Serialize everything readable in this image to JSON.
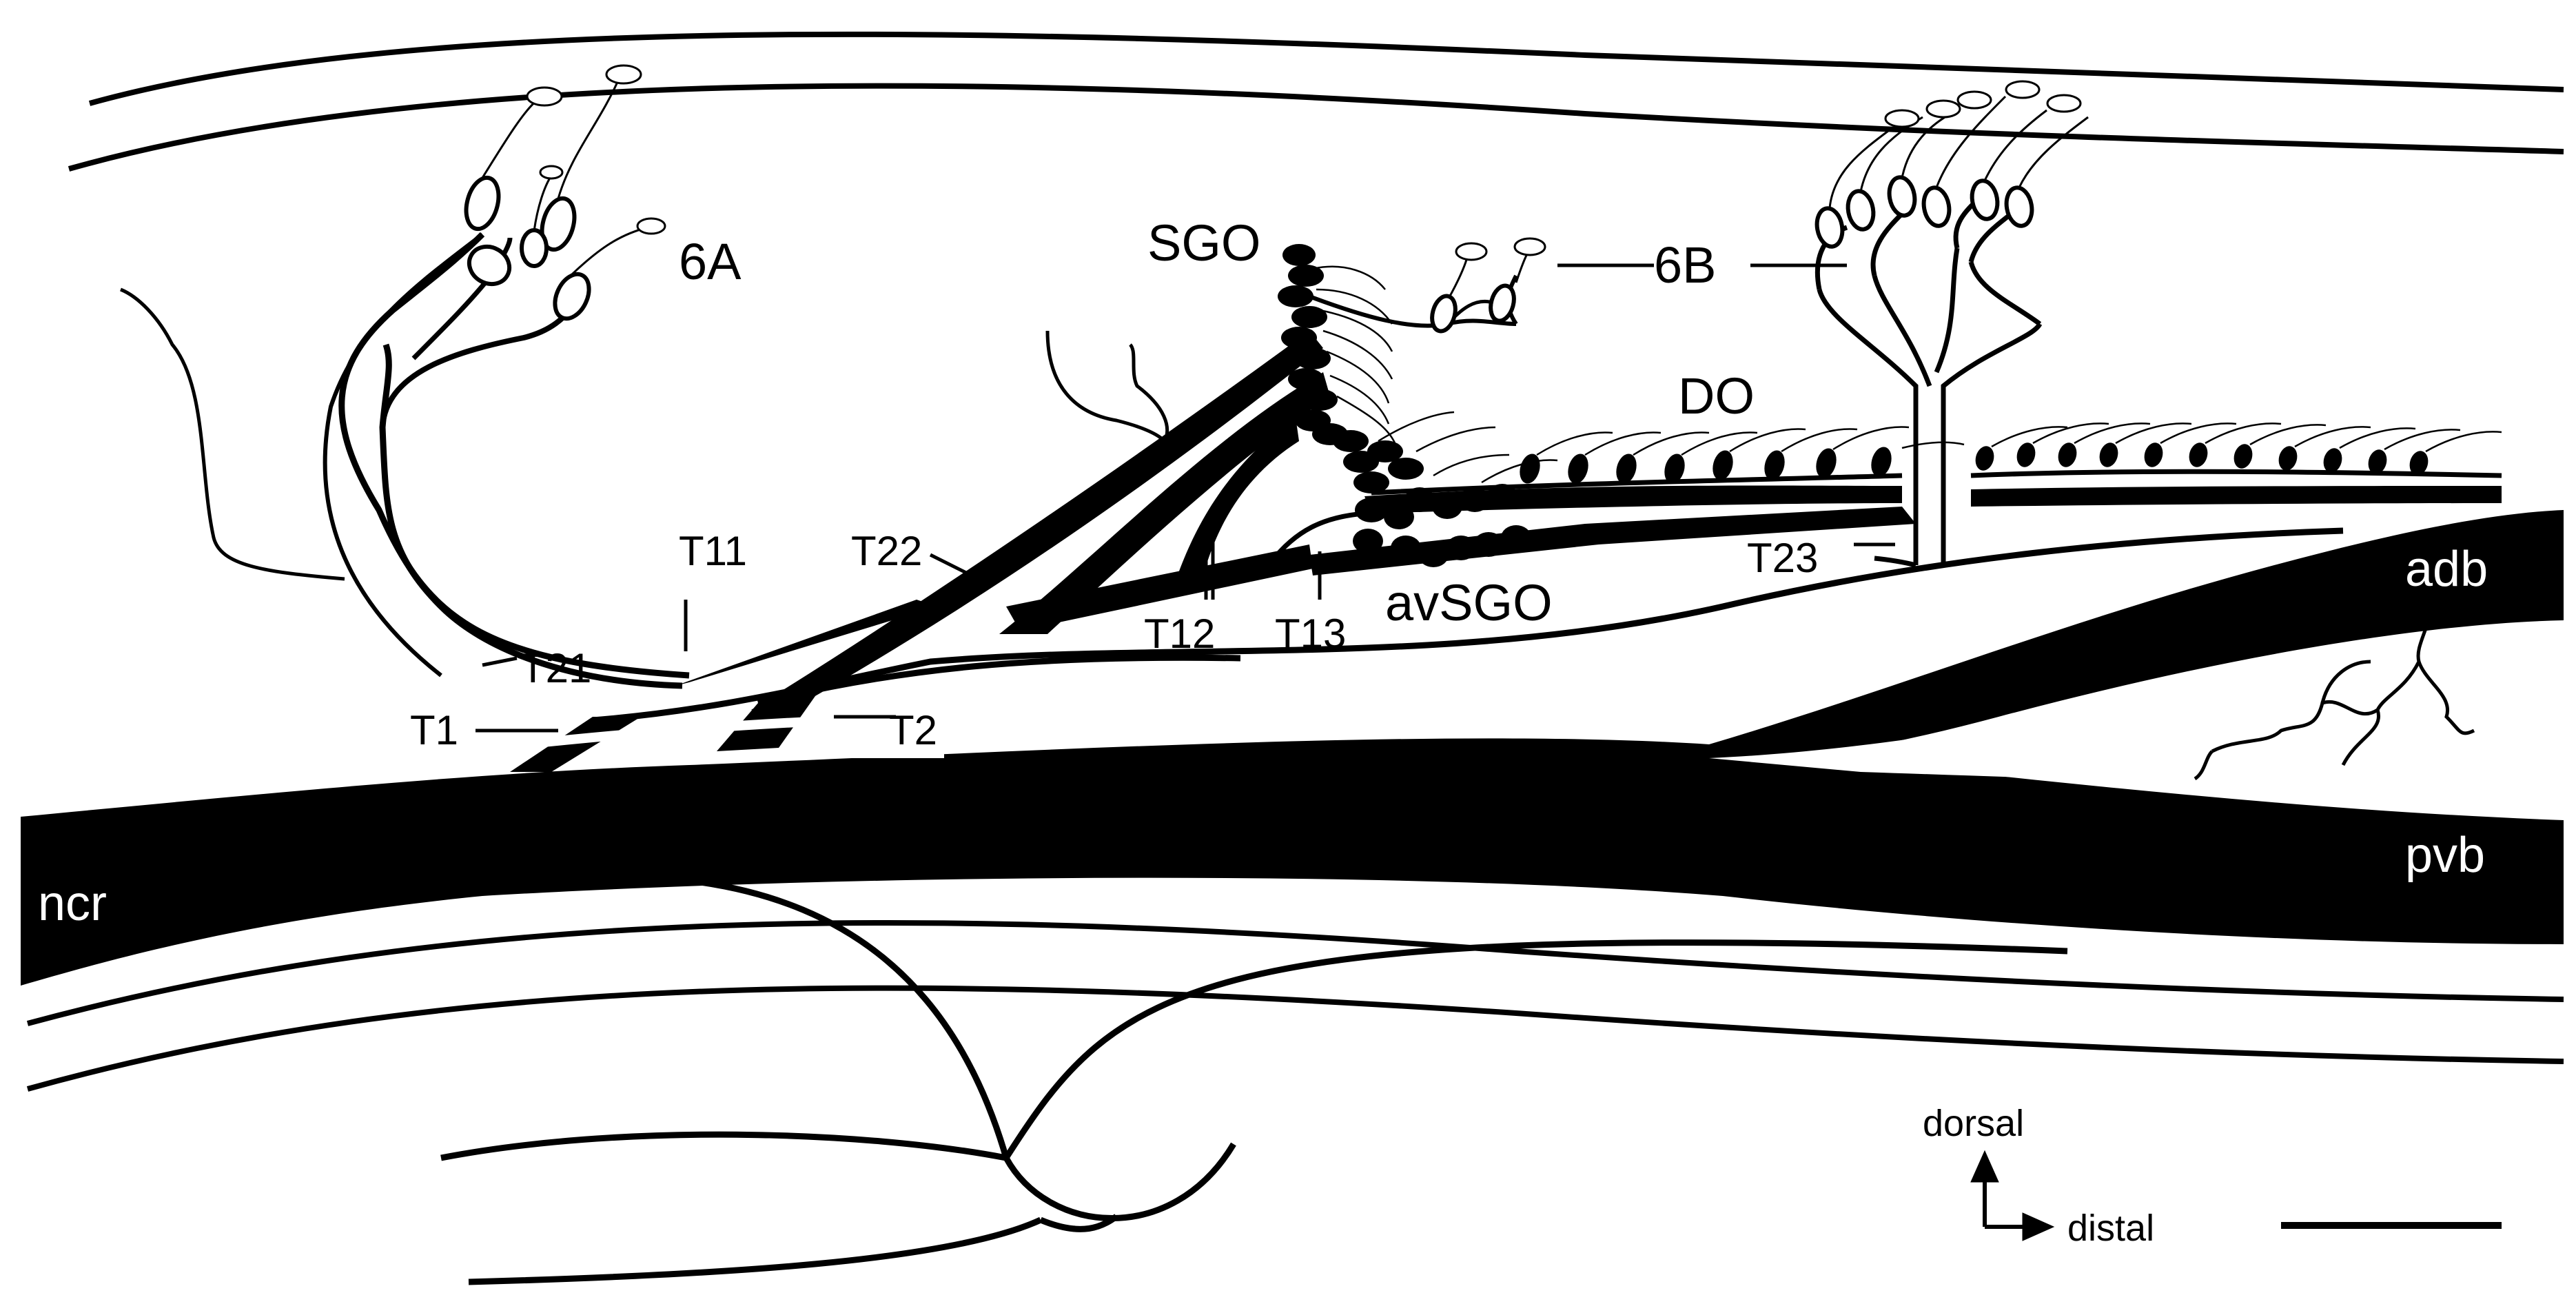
{
  "labels": {
    "fig6a": "6A",
    "fig6b": "6B",
    "sgo": "SGO",
    "do": "DO",
    "avsgo": "avSGO",
    "t1": "T1",
    "t2": "T2",
    "t11": "T11",
    "t12": "T12",
    "t13": "T13",
    "t21": "T21",
    "t22": "T22",
    "t23": "T23",
    "adb": "adb",
    "pvb": "pvb",
    "ncr": "ncr",
    "dorsal": "dorsal",
    "distal": "distal"
  },
  "colors": {
    "ink": "#000000",
    "paper": "#ffffff"
  }
}
